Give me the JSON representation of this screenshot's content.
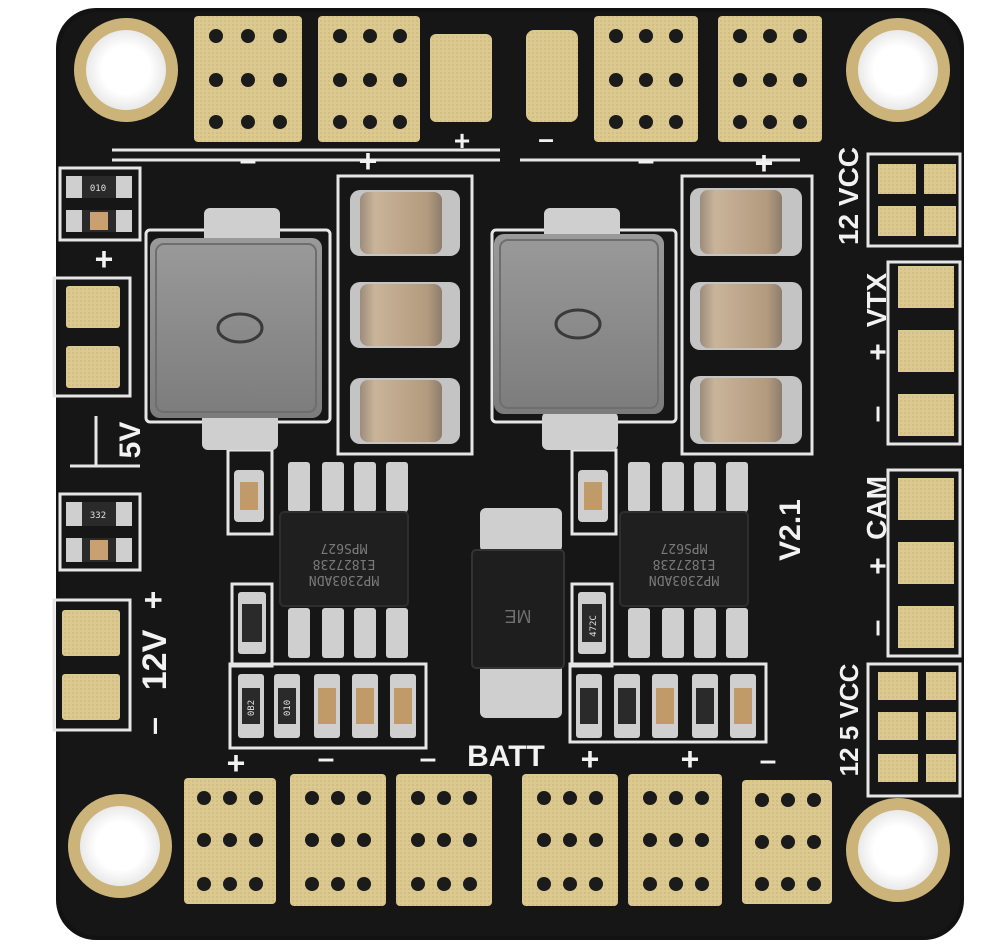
{
  "board": {
    "silkscreen": {
      "top_minus_left": "–",
      "top_plus_left": "+",
      "top_plus_pad": "+",
      "top_minus_pad": "–",
      "top_minus_right": "–",
      "top_plus_right": "+",
      "left_plus": "+",
      "label_5v": "5V",
      "label_12v": "12V",
      "left_12v_plus": "+",
      "left_12v_minus": "–",
      "label_12vcc": "12 VCC",
      "label_vtx": "VTX",
      "vtx_plus": "+",
      "vtx_minus": "–",
      "label_cam": "CAM",
      "cam_plus": "+",
      "cam_minus": "–",
      "label_125vcc": "12  5 VCC",
      "version": "V2.1",
      "batt": "BATT",
      "bottom_plus_1": "+",
      "bottom_minus_1": "–",
      "bottom_minus_2": "–",
      "bottom_plus_2": "+",
      "bottom_plus_3": "+",
      "bottom_minus_3": "–"
    },
    "chips": {
      "left_ic": "MP2303ADN\nE1827238\nMPS627",
      "right_ic": "MP2303ADN\nE1827238\nMPS627",
      "diode": "ME",
      "res_010": "010",
      "res_332": "332",
      "res_472c": "472C",
      "res_010b": "010",
      "res_0b2": "0B2"
    },
    "colors": {
      "board": "#141414",
      "gold": "#d8c48a",
      "inductor": "#8a8a8a",
      "capacitor": "#b89a78",
      "solder": "#c9c9c9",
      "ic": "#1c1c1c"
    }
  }
}
